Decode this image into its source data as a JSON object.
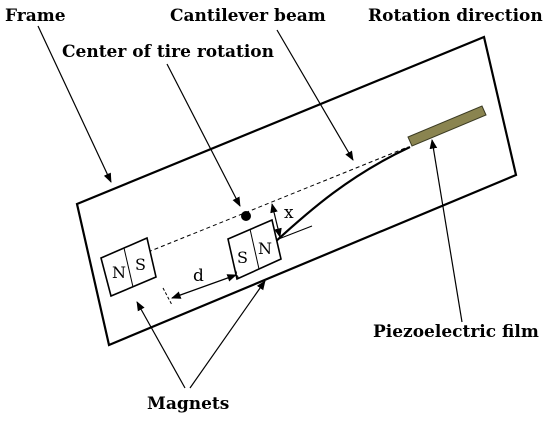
{
  "labels": {
    "frame": "Frame",
    "cantilever_beam": "Cantilever beam",
    "rotation_direction": "Rotation direction",
    "center_of_tire_rotation": "Center of tire rotation",
    "piezoelectric_film": "Piezoelectric film",
    "magnets": "Magnets",
    "distance_d": "d",
    "deflection_x": "x"
  },
  "magnet_left": {
    "pole_left": "N",
    "pole_right": "S"
  },
  "magnet_right": {
    "pole_left": "S",
    "pole_right": "N"
  },
  "colors": {
    "piezo_film": "#8a8450",
    "stroke": "#000000"
  }
}
